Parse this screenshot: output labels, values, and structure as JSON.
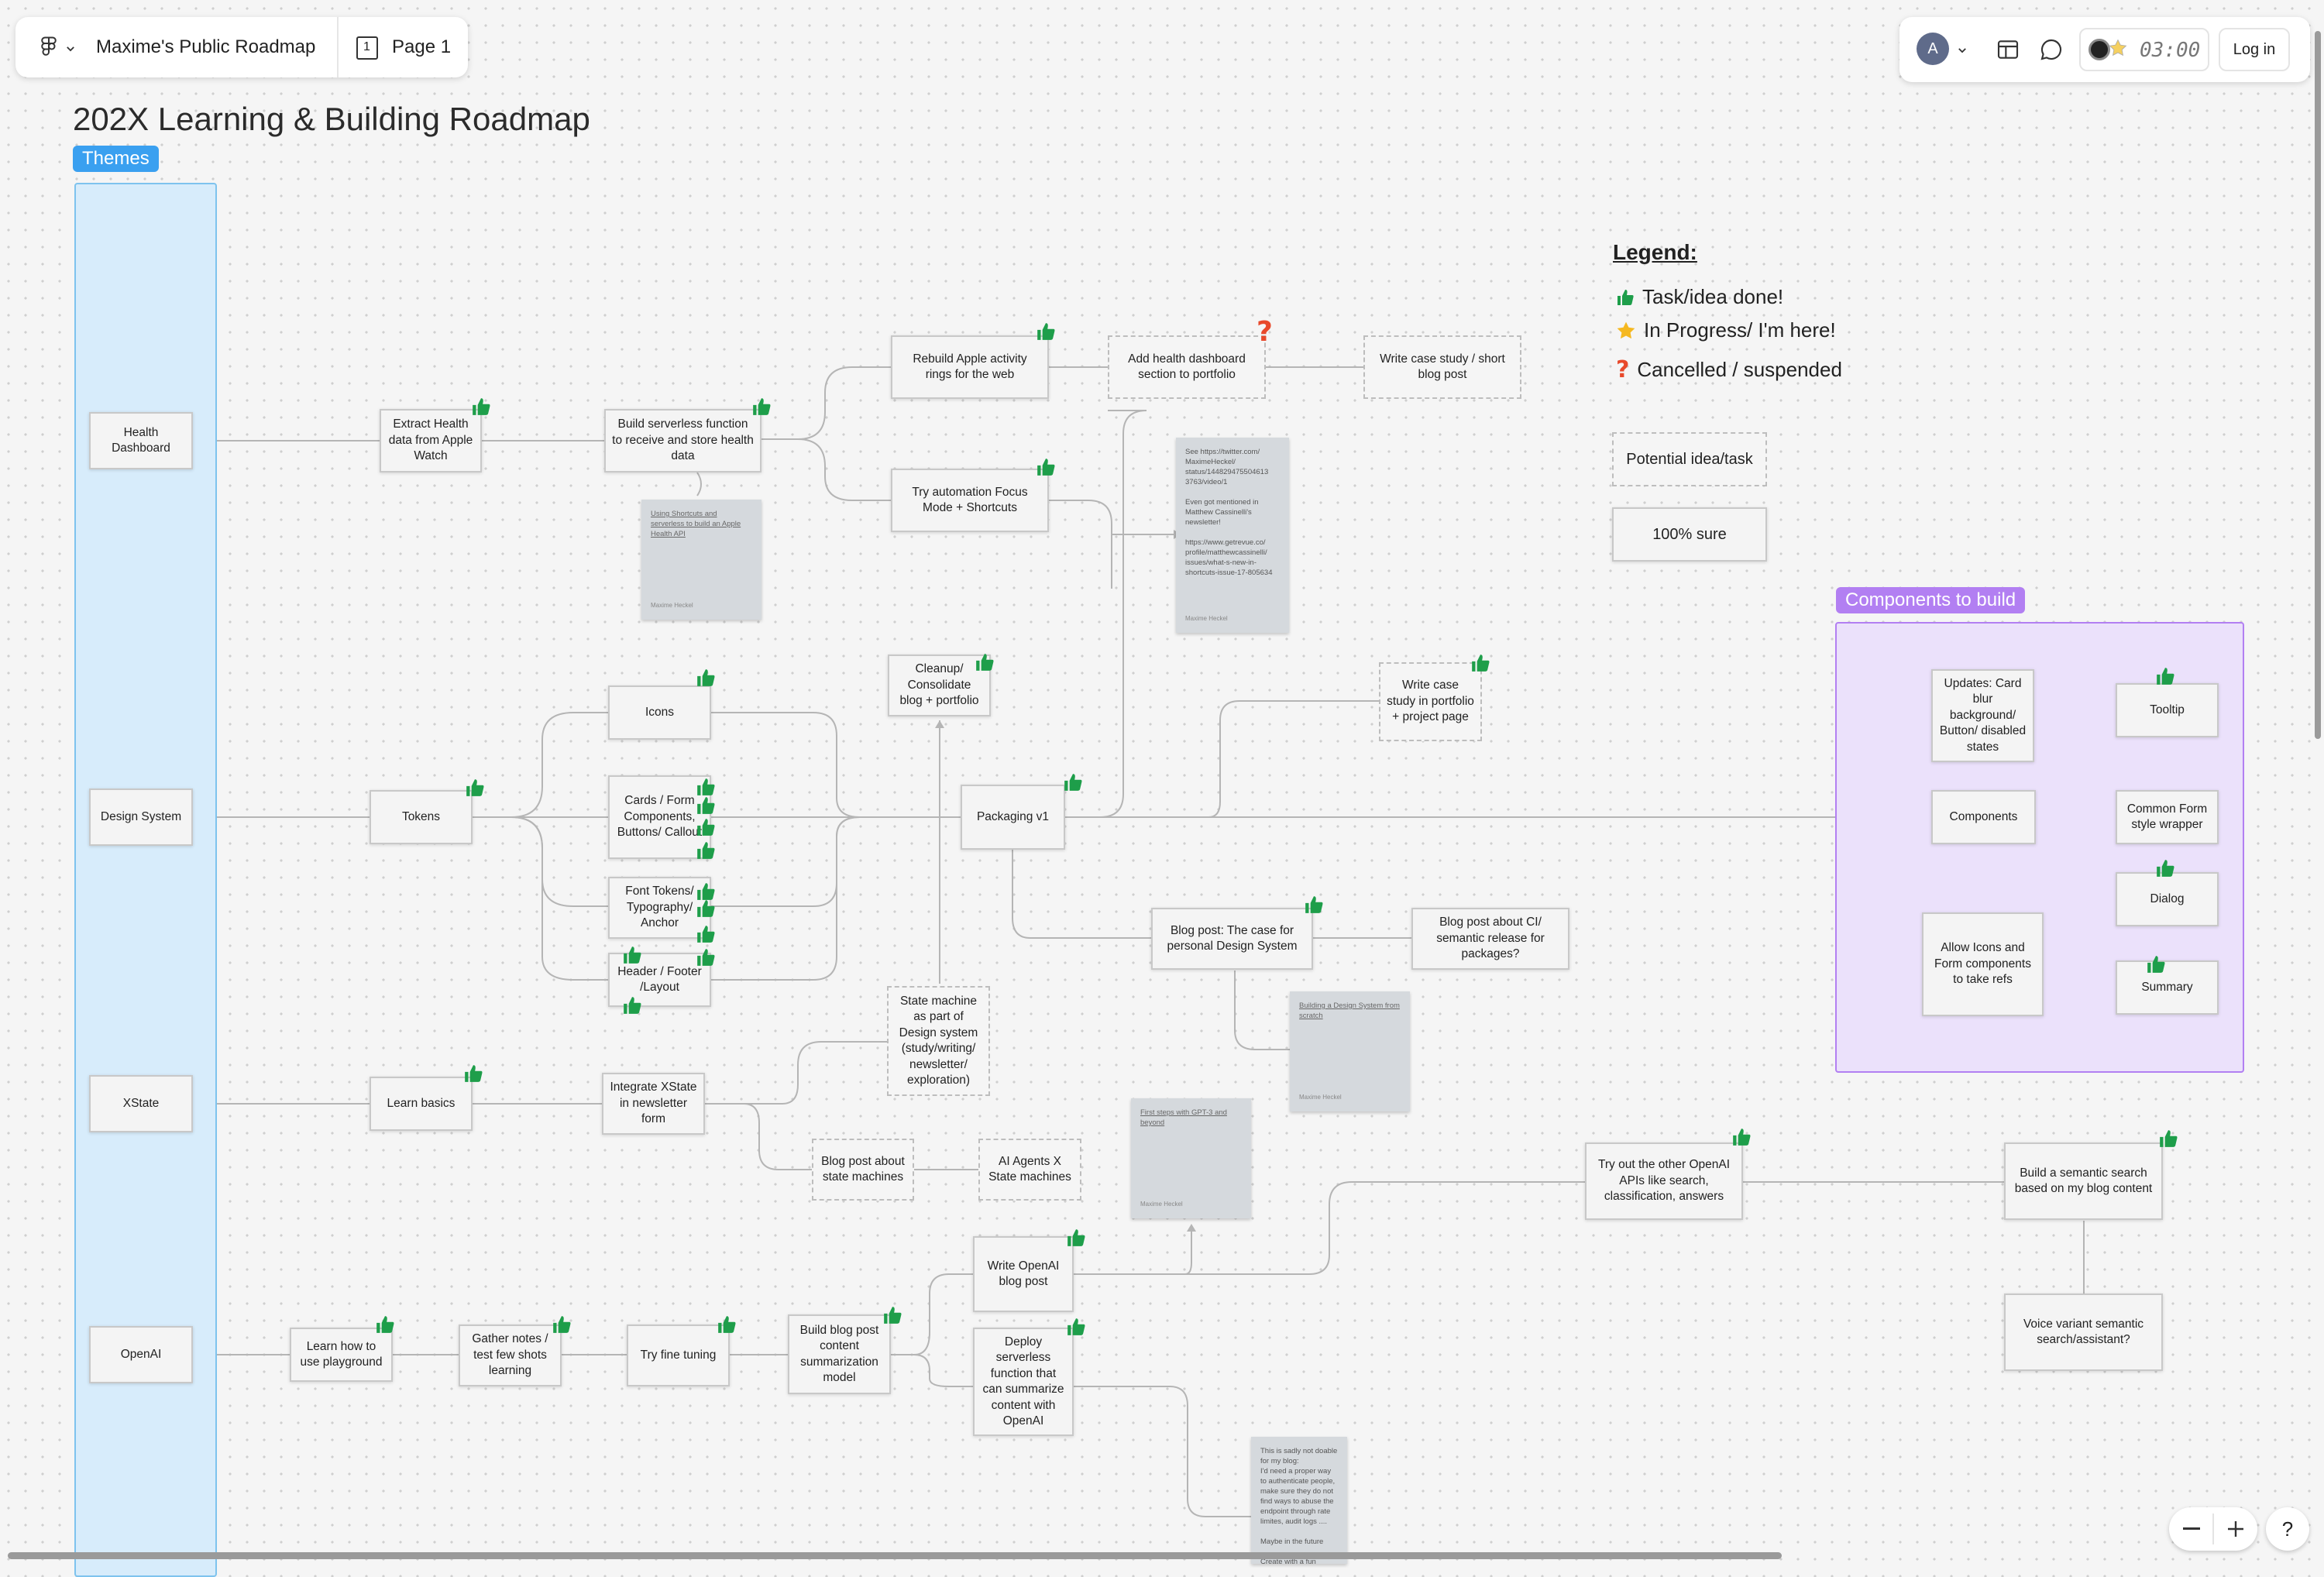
{
  "topbar": {
    "file_name": "Maxime's Public Roadmap",
    "page_name": "Page 1",
    "page_number": "1",
    "avatar_initial": "A",
    "timer": "03:00",
    "login_label": "Log in"
  },
  "board": {
    "title": "202X Learning & Building Roadmap",
    "themes_label": "Themes",
    "components_label": "Components to build"
  },
  "legend": {
    "title": "Legend:",
    "done": "Task/idea done!",
    "in_progress": "In Progress/ I'm here!",
    "cancelled": "Cancelled / suspended",
    "potential": "Potential idea/task",
    "sure": "100% sure"
  },
  "themes": {
    "health": "Health Dashboard",
    "design": "Design System",
    "xstate": "XState",
    "openai": "OpenAI"
  },
  "nodes": {
    "extract_health": "Extract Health data from Apple Watch",
    "serverless_health": "Build serverless function to receive and store health data",
    "rebuild_rings": "Rebuild Apple activity rings for the web",
    "add_health_dashboard": "Add health dashboard section to portfolio",
    "write_case_study_short": "Write case study / short blog post",
    "try_automation": "Try automation Focus Mode + Shortcuts",
    "tokens": "Tokens",
    "icons": "Icons",
    "cards_form": "Cards / Form Components, Buttons/ Callout",
    "font_tokens": "Font Tokens/ Typography/ Anchor",
    "header_footer": "Header / Footer /Layout",
    "cleanup": "Cleanup/ Consolidate blog + portfolio",
    "packaging": "Packaging v1",
    "write_case_study_portfolio": "Write case study in portfolio + project page",
    "blog_case_ds": "Blog post: The case for personal Design System",
    "blog_ci": "Blog post about CI/ semantic release for packages?",
    "learn_basics": "Learn basics",
    "integrate_xstate": "Integrate XState in newsletter form",
    "state_machine_ds": "State machine as part of Design system (study/writing/ newsletter/ exploration)",
    "blog_state_machines": "Blog post about state machines",
    "ai_agents": "AI Agents X State machines",
    "learn_playground": "Learn how to use playground",
    "gather_notes": "Gather notes / test few shots learning",
    "fine_tuning": "Try fine tuning",
    "blog_summarization": "Build blog post content summarization model",
    "write_openai_post": "Write OpenAI blog post",
    "deploy_serverless": "Deploy serverless function that can summarize content with OpenAI",
    "try_openai_apis": "Try out the other OpenAI APIs like search, classification, answers",
    "semantic_search": "Build a semantic search based on my blog content",
    "voice_variant": "Voice variant semantic search/assistant?",
    "updates_card": "Updates: Card blur background/ Button/ disabled states",
    "components": "Components",
    "allow_icons": "Allow Icons and Form components to take refs",
    "tooltip": "Tooltip",
    "common_form": "Common Form style wrapper",
    "dialog": "Dialog",
    "summary": "Summary"
  },
  "stickies": {
    "shortcuts": {
      "title": "Using Shortcuts and serverless to build an Apple Health API",
      "author": "Maxime Heckel"
    },
    "twitter": {
      "body": "See https://twitter.com/ MaximeHeckel/ status/144829475504613 3763/video/1\n\nEven got mentioned in Matthew Cassinelli's newsletter!\n\nhttps://www.getrevue.co/ profile/matthewcassinelli/ issues/what-s-new-in-shortcuts-issue-17-805634",
      "author": "Maxime Heckel"
    },
    "building_ds": {
      "title": "Building a Design System from scratch",
      "author": "Maxime Heckel"
    },
    "gpt3": {
      "title": "First steps with GPT-3 and beyond",
      "author": "Maxime Heckel"
    },
    "sadly": {
      "body": "This is sadly not doable for my blog:\nI'd need a proper way to authenticate people, make sure they do not find ways to abuse the endpoint through rate limites, audit logs ....\n\nMaybe in the future\n\nCreate with a fun project",
      "author": ""
    }
  },
  "colors": {
    "themes_blue": "#3aa0f0",
    "components_purple": "#b27ff2",
    "thumb_green": "#1e9e4a",
    "star_yellow": "#f5b820",
    "qmark_red": "#e8492b"
  }
}
